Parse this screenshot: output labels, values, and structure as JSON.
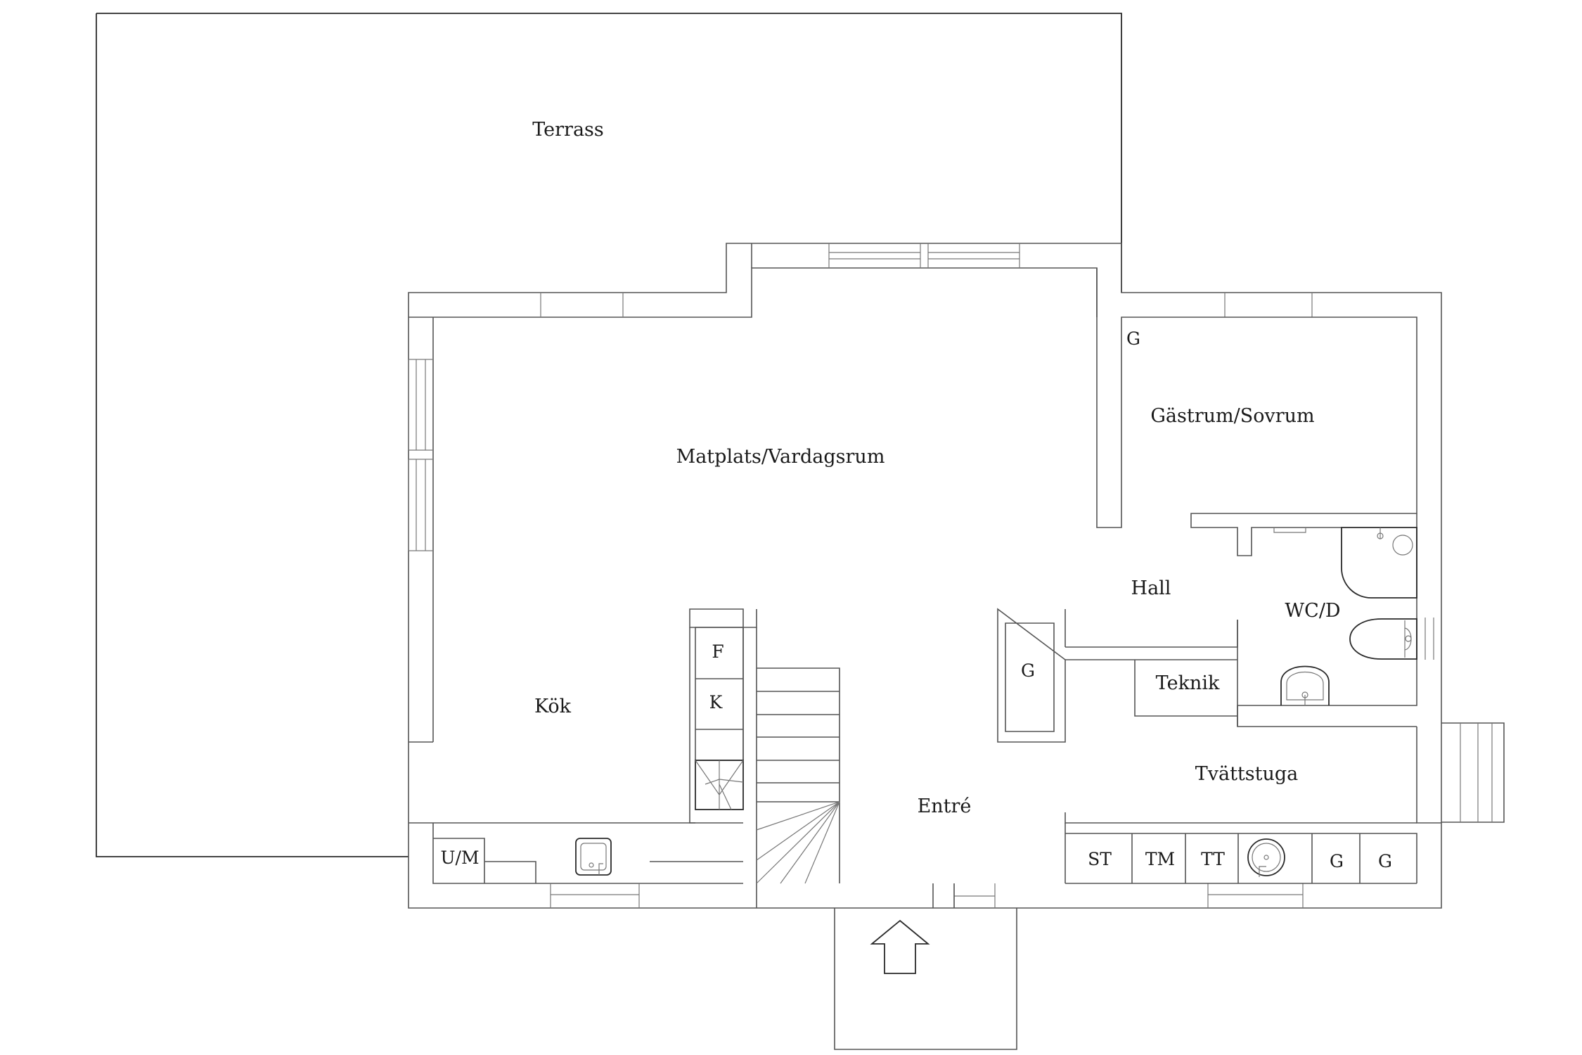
{
  "rooms": {
    "terrace": "Terrass",
    "dining_living": "Matplats/Vardagsrum",
    "guest_bedroom": "Gästrum/Sovrum",
    "hall": "Hall",
    "wc": "WC/D",
    "technical": "Teknik",
    "kitchen": "Kök",
    "entrance": "Entré",
    "laundry": "Tvättstuga"
  },
  "fixtures": {
    "guest_wardrobe": "G",
    "hall_wardrobe": "G",
    "fridge": "F",
    "freezer": "K",
    "oven_microwave": "U/M",
    "dryer_cabinet": "ST",
    "tumble_dryer": "TM",
    "washing_machine": "TT",
    "laundry_wardrobe_1": "G",
    "laundry_wardrobe_2": "G"
  }
}
